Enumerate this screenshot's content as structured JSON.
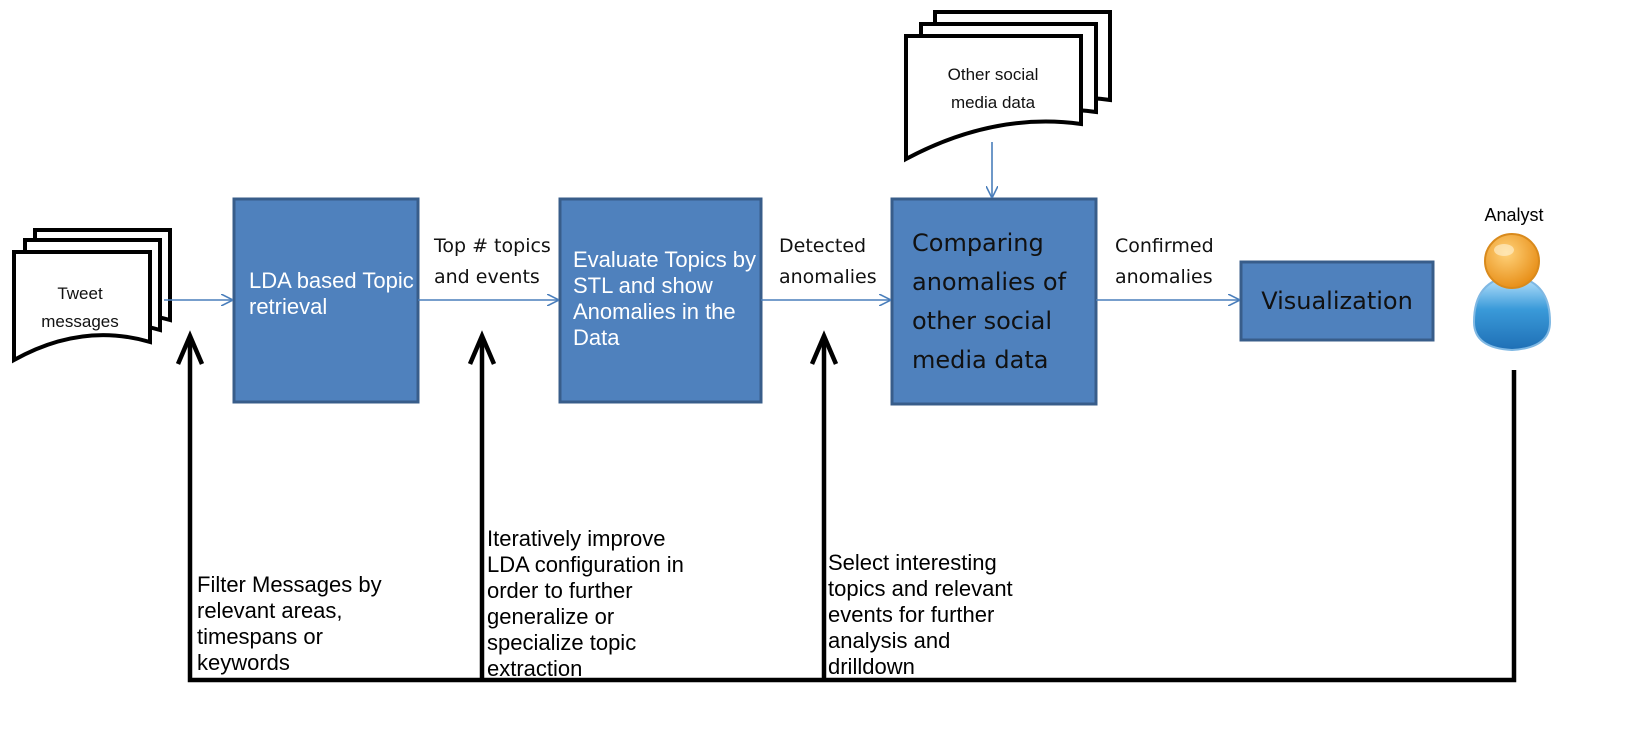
{
  "documents": {
    "tweet": "Tweet messages",
    "other_social": "Other social media data"
  },
  "boxes": {
    "lda": "LDA based Topic retrieval",
    "evaluate": "Evaluate Topics by STL and show Anomalies in the Data",
    "comparing": "Comparing anomalies of other social media data",
    "visualization": "Visualization"
  },
  "edges": {
    "lda_to_evaluate": "Top # topics and events",
    "evaluate_to_comparing": "Detected anomalies",
    "comparing_to_visualization": "Confirmed anomalies"
  },
  "analyst": {
    "label": "Analyst"
  },
  "feedback": {
    "filter": "Filter Messages by relevant areas, timespans or keywords",
    "iterate": "Iteratively improve LDA configuration in order to further generalize or specialize topic extraction",
    "select": "Select interesting topics and relevant events for further analysis and drilldown"
  },
  "colors": {
    "box_fill": "#4f81bd",
    "box_border": "#385d8a",
    "flow_arrow": "#4a7ebb",
    "feedback_line": "#000000",
    "analyst_head": "#f5a623",
    "analyst_body": "#3a9ad9"
  }
}
